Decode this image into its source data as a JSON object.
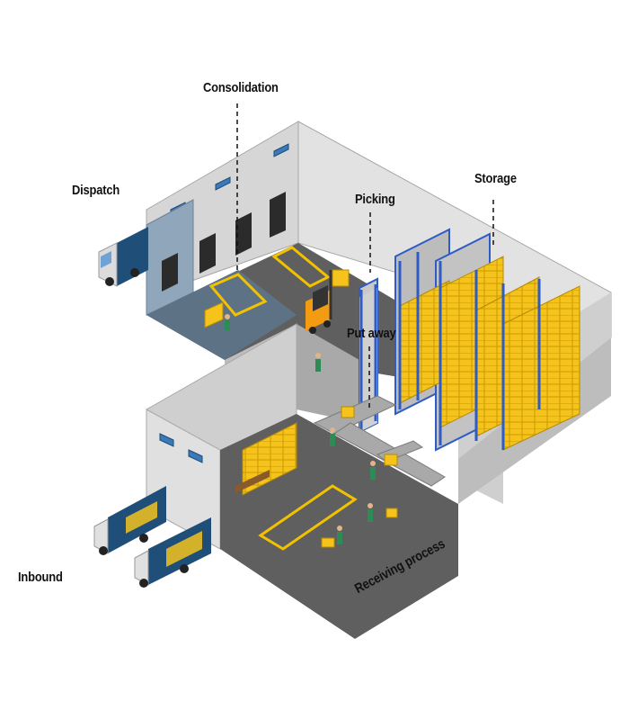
{
  "labels": {
    "consolidation": "Consolidation",
    "dispatch": "Dispatch",
    "picking": "Picking",
    "storage": "Storage",
    "put_away": "Put away",
    "inbound": "Inbound",
    "receiving": "Receiving process"
  },
  "colors": {
    "wall_light": "#d9d9d9",
    "wall_mid": "#b3b3b3",
    "floor": "#5d5d5d",
    "floor_dispatch": "#5e7286",
    "box_yellow": "#f5c31c",
    "rack_blue": "#2f5bc4",
    "truck_blue": "#1f4e79",
    "marking_yellow": "#f2c200"
  }
}
